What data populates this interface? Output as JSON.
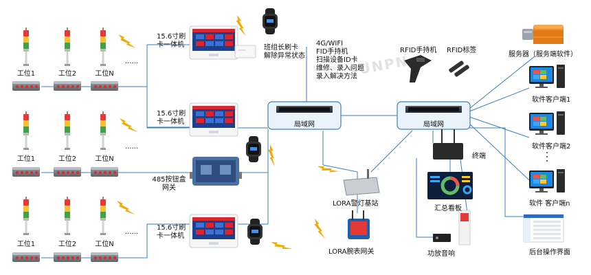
{
  "watermark": "SUNPN",
  "colors": {
    "line": "#3a7fc0",
    "lightning": "#f2a900",
    "switch_box": "#eaf3fb",
    "panel_red": "#d9262e",
    "panel_blue": "#1d3f8f"
  },
  "stations": {
    "group1": {
      "labels": [
        "工位1",
        "工位2",
        "工位N"
      ],
      "dots": "......"
    },
    "group2": {
      "labels": [
        "工位1",
        "工位2",
        "工位N"
      ],
      "dots": "......"
    },
    "group3": {
      "labels": [
        "工位1",
        "工位2",
        "工位N"
      ],
      "dots": "......"
    }
  },
  "devices": {
    "kiosk1_label": "15.6寸刷\n卡一体机",
    "kiosk2_label": "15.6寸刷\n卡一体机",
    "kiosk3_label": "15.6寸刷\n卡一体机",
    "card_note": "班组长刷卡\n解除异常状态",
    "gateway485": "485按钮盒\n网关",
    "lan1": "局域网",
    "lan2": "局域网",
    "wifi_note": "4G/WIFI\nFID手持机\n扫描设备ID卡\n维修、录入问题\n录入解决方法",
    "rfid_handheld": "RFID手持机",
    "rfid_tag": "RFID标签",
    "lora_base": "LORA警灯基站",
    "lora_watch": "LORA腕表网关",
    "terminal": "终端",
    "dashboard": "汇总看板",
    "speaker": "功放音响",
    "server": "服务器（服务端软件）",
    "client1": "软件客户端1",
    "client2": "软件客户端2",
    "clientn": "软件 客户端n",
    "admin_ui": "后台操作界面"
  }
}
